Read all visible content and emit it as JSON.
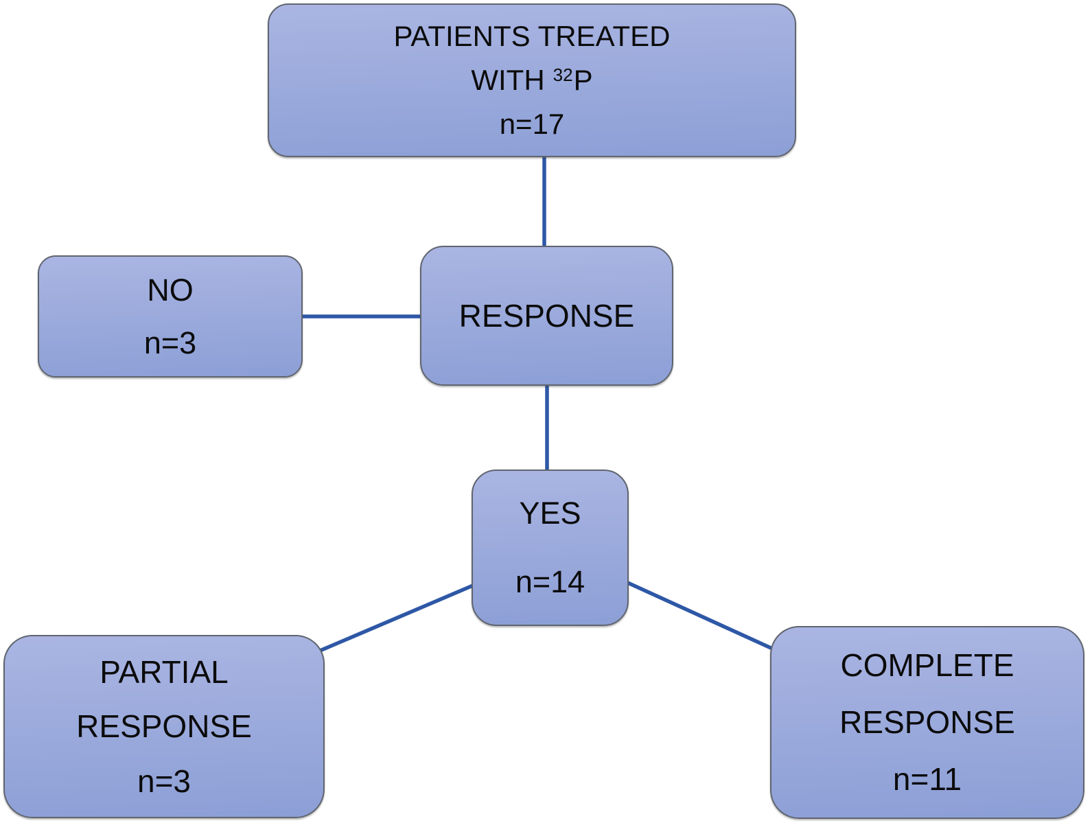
{
  "colors": {
    "connector": "#2e58a6",
    "nodeFillTop": "#aab5e2",
    "nodeFillBottom": "#8c9fd6",
    "nodeBorder": "#60656f",
    "text": "#0b0b0b",
    "background": "#ffffff"
  },
  "nodes": {
    "patients": {
      "line1": "PATIENTS TREATED",
      "line2_prefix": "WITH",
      "line2_sup": "32",
      "line2_suffix": "P",
      "count": "n=17"
    },
    "no": {
      "label": "NO",
      "count": "n=3"
    },
    "response": {
      "label": "RESPONSE"
    },
    "yes": {
      "label": "YES",
      "count": "n=14"
    },
    "partial": {
      "line1": "PARTIAL",
      "line2": "RESPONSE",
      "count": "n=3"
    },
    "complete": {
      "line1": "COMPLETE",
      "line2": "RESPONSE",
      "count": "n=11"
    }
  },
  "connections": [
    {
      "from": "patients",
      "to": "response"
    },
    {
      "from": "no",
      "to": "response"
    },
    {
      "from": "response",
      "to": "yes"
    },
    {
      "from": "yes",
      "to": "partial"
    },
    {
      "from": "yes",
      "to": "complete"
    }
  ]
}
